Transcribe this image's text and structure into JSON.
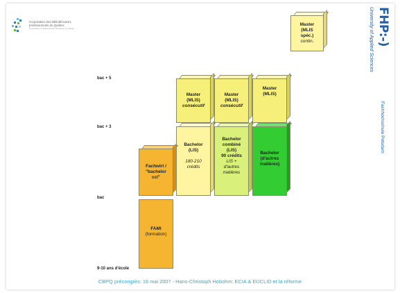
{
  "logo": {
    "line1": "Corporation des bibliothécaires",
    "line2": "professionnels du Québec",
    "line3": "Corporation of Professional Librarians of Quebec"
  },
  "brand": {
    "name": "FHP:-)",
    "sub1": "University of Applied Sciences",
    "sub2": "Fachhochschule Potsdam"
  },
  "levels": {
    "bac5": "bac + 5",
    "bac3": "bac + 3",
    "bac": "bac",
    "school": "9-10 ans d'école"
  },
  "blocks": {
    "master_spec": {
      "title": "Master",
      "line2": "(MLIS",
      "line3": "spéc.)",
      "note": "contin."
    },
    "master_consec1": {
      "title": "Master",
      "line2": "(MLIS)",
      "note": "consécutif"
    },
    "master_consec2": {
      "title": "Master",
      "line2": "(MLIS)",
      "note": "consécutif"
    },
    "master3": {
      "title": "Master",
      "line2": "(MLIS)"
    },
    "bachelor_lis": {
      "title": "Bachelor",
      "line2": "(LIS)",
      "note1": "180-210",
      "note2": "crédits"
    },
    "bachelor_combine": {
      "title": "Bachelor",
      "line2": "combiné",
      "line3": "(LIS)",
      "note1": "90 crédits",
      "note2": "LIS +",
      "note3": "d'autres",
      "note4": "matières"
    },
    "bachelor_autres": {
      "title": "Bachelor",
      "line2": "(d'autres",
      "line3": "matières)"
    },
    "fachwirt": {
      "title": "Fachwirt /",
      "line2": "\"bachelor",
      "line3": "cci\""
    },
    "fami": {
      "title": "FAMI",
      "line2": "(formation)"
    }
  },
  "footer": "CBPQ précongrès: 16 mai 2007 - Hans-Christoph Hobohm: ECIA & EUCLID et la réforme"
}
